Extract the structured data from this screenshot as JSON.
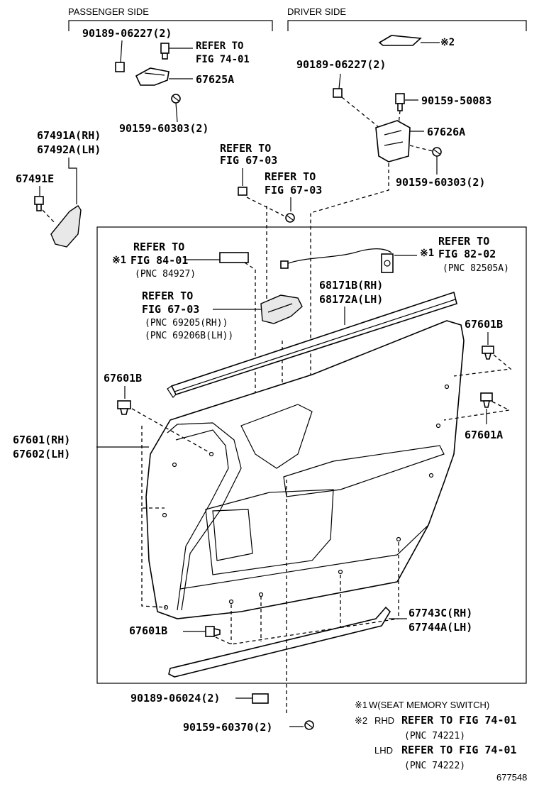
{
  "headers": {
    "passenger_side": "PASSENGER SIDE",
    "driver_side": "DRIVER SIDE"
  },
  "labels": {
    "p_90189_06227": "90189-06227(2)",
    "p_refer_74_01_a": "REFER TO",
    "p_refer_74_01_b": "FIG 74-01",
    "p_67625a": "67625A",
    "p_90159_60303": "90159-60303(2)",
    "d_mark2": "※2",
    "d_90189_06227": "90189-06227(2)",
    "d_90159_50083": "90159-50083",
    "d_67626a": "67626A",
    "d_90159_60303": "90159-60303(2)",
    "l_67491a": "67491A(RH)",
    "l_67492a": "67492A(LH)",
    "l_67491e": "67491E",
    "r_6703_a1": "REFER TO",
    "r_6703_a2": "FIG 67-03",
    "r_6703_b1": "REFER TO",
    "r_6703_b2": "FIG 67-03",
    "r_8401_1": "REFER TO",
    "r_8401_2": "FIG 84-01",
    "r_8401_mark": "※1",
    "r_8401_pnc": "(PNC 84927)",
    "r_8202_1": "REFER TO",
    "r_8202_2": "FIG 82-02",
    "r_8202_mark": "※1",
    "r_8202_pnc": "(PNC 82505A)",
    "c_6703_1": "REFER TO",
    "c_6703_2": "FIG 67-03",
    "c_6703_pnc1": "(PNC 69205(RH))",
    "c_6703_pnc2": "(PNC 69206B(LH))",
    "m_68171b": "68171B(RH)",
    "m_68172a": "68172A(LH)",
    "m_67601b_r": "67601B",
    "m_67601b_l": "67601B",
    "m_67601a": "67601A",
    "m_67601_rh": "67601(RH)",
    "m_67602_lh": "67602(LH)",
    "m_67743c": "67743C(RH)",
    "m_67744a": "67744A(LH)",
    "m_67601b_b": "67601B",
    "b_90189_06024": "90189-06024(2)",
    "b_90159_60370": "90159-60370(2)"
  },
  "notes": {
    "n1_mark": "※1",
    "n1_text": "W(SEAT MEMORY SWITCH)",
    "n2_mark": "※2",
    "n2_rhd": "RHD",
    "n2_rhd_ref": "REFER TO FIG 74-01",
    "n2_rhd_pnc": "(PNC 74221)",
    "n2_lhd": "LHD",
    "n2_lhd_ref": "REFER TO FIG 74-01",
    "n2_lhd_pnc": "(PNC 74222)",
    "figure_no": "677548"
  }
}
